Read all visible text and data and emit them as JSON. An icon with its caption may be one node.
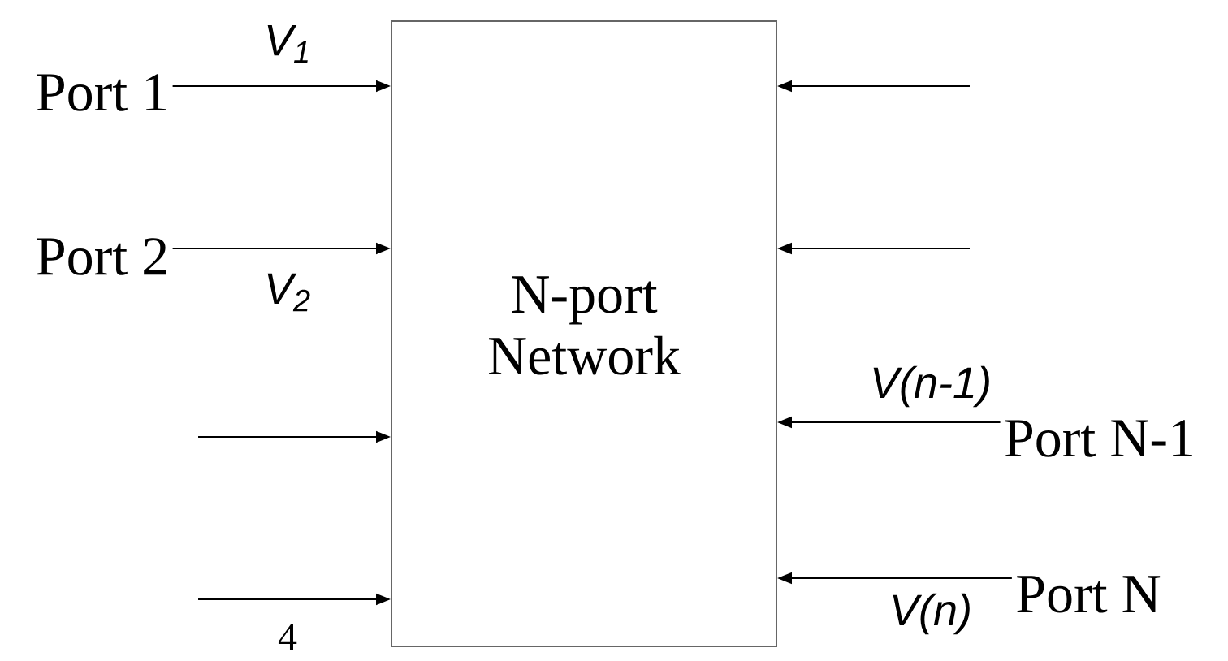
{
  "diagram": {
    "nodes": [
      {
        "text": [
          "N-port Network"
        ]
      },
      {
        "text": [
          "Port 1"
        ]
      },
      {
        "text": [
          "Port 2"
        ]
      },
      {
        "text": [
          "Port N-1"
        ]
      },
      {
        "text": [
          "Port N"
        ]
      }
    ],
    "edges": [
      {
        "from": 1,
        "to": 0,
        "arrow": "to",
        "label": "V$_{1}$"
      },
      {
        "from": 2,
        "to": 0,
        "arrow": "to",
        "label": "V$_{2}$"
      },
      {
        "from": null,
        "to": 0,
        "arrow": "to"
      },
      {
        "from": null,
        "to": 0,
        "arrow": "to"
      },
      {
        "from": null,
        "to": 0,
        "arrow": "to"
      },
      {
        "from": null,
        "to": 0,
        "arrow": "to"
      },
      {
        "from": 3,
        "to": 0,
        "arrow": "to",
        "label": "V(n-1)"
      },
      {
        "from": 4,
        "to": 0,
        "arrow": "to",
        "label": "V(n)"
      }
    ],
    "labels": [
      "4"
    ]
  }
}
